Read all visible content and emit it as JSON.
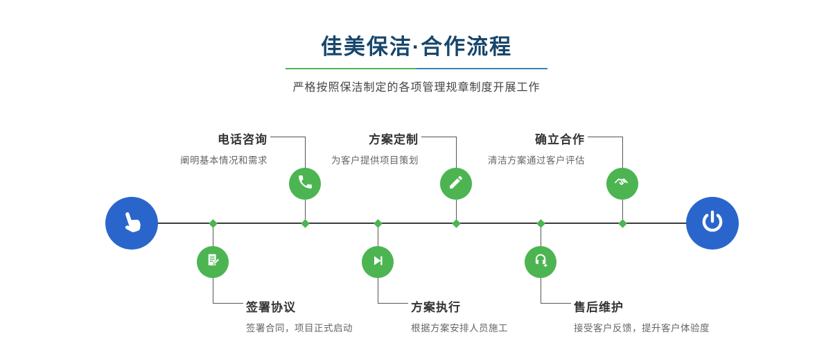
{
  "header": {
    "title": "佳美保洁·合作流程",
    "subtitle": "严格按照保洁制定的各项管理规章制度开展工作"
  },
  "timeline": {
    "start_icon": "hand-pointer-icon",
    "end_icon": "power-icon",
    "steps": [
      {
        "label": "电话咨询",
        "desc": "阐明基本情况和需求",
        "icon": "phone-icon",
        "position": "top"
      },
      {
        "label": "方案定制",
        "desc": "为客户提供项目策划",
        "icon": "pencil-icon",
        "position": "top"
      },
      {
        "label": "确立合作",
        "desc": "清洁方案通过客户评估",
        "icon": "handshake-icon",
        "position": "top"
      },
      {
        "label": "签署协议",
        "desc": "签署合同，项目正式启动",
        "icon": "document-sign-icon",
        "position": "bottom"
      },
      {
        "label": "方案执行",
        "desc": "根据方案安排人员施工",
        "icon": "play-icon",
        "position": "bottom"
      },
      {
        "label": "售后维护",
        "desc": "接受客户反馈，提升客户体验度",
        "icon": "headset-icon",
        "position": "bottom"
      }
    ]
  },
  "colors": {
    "green": "#4cb552",
    "blue": "#2a65cb",
    "title_navy": "#17466b",
    "underline_green": "#4cb552",
    "underline_blue": "#2e86b5",
    "line_dark": "#3b3b3b"
  }
}
